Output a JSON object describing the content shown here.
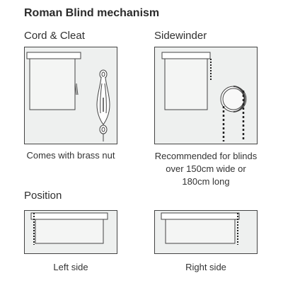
{
  "title": "Roman Blind mechanism",
  "sections": {
    "cord_cleat": {
      "heading": "Cord & Cleat",
      "caption": "Comes with brass nut"
    },
    "sidewinder": {
      "heading": "Sidewinder",
      "caption": "Recommended for blinds over 150cm wide or 180cm long"
    },
    "position": {
      "heading": "Position",
      "left_caption": "Left side",
      "right_caption": "Right side"
    }
  },
  "colors": {
    "panel_fill": "#eef0ef",
    "outline": "#444444",
    "chain": "#222222",
    "text": "#333333"
  }
}
